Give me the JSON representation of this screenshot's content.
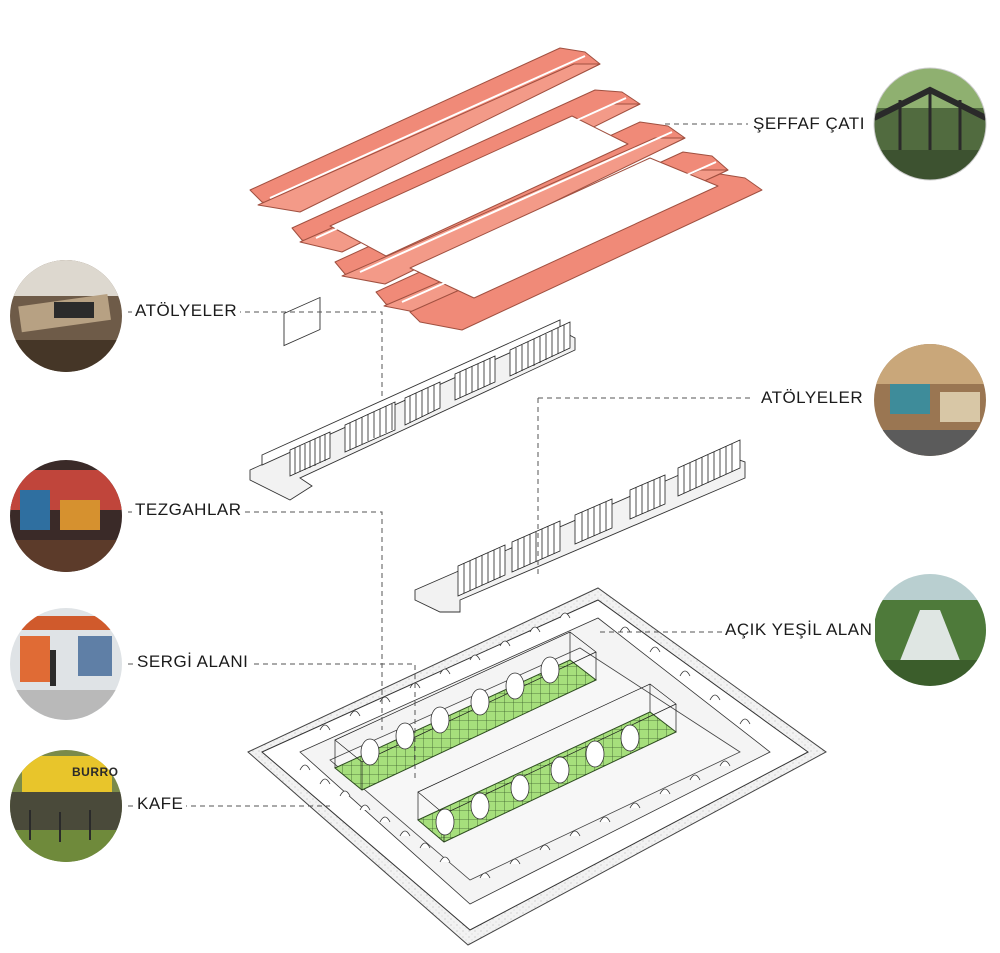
{
  "labels": {
    "seffaf_cati": "ŞEFFAF ÇATI",
    "atolyeler_left": "ATÖLYELER",
    "atolyeler_right": "ATÖLYELER",
    "tezgahlar": "TEZGAHLAR",
    "acik_yesil_alan": "AÇIK YEŞİL ALAN",
    "sergi_alani": "SERGİ ALANI",
    "kafe": "KAFE"
  },
  "photo_signs": {
    "kafe_sign": "BURRO"
  },
  "colors": {
    "roof": "#f08a78",
    "roof_edge": "#a05040",
    "green": "#8ed466",
    "base": "#eeeeee",
    "line": "#333333",
    "leader": "#555555"
  }
}
